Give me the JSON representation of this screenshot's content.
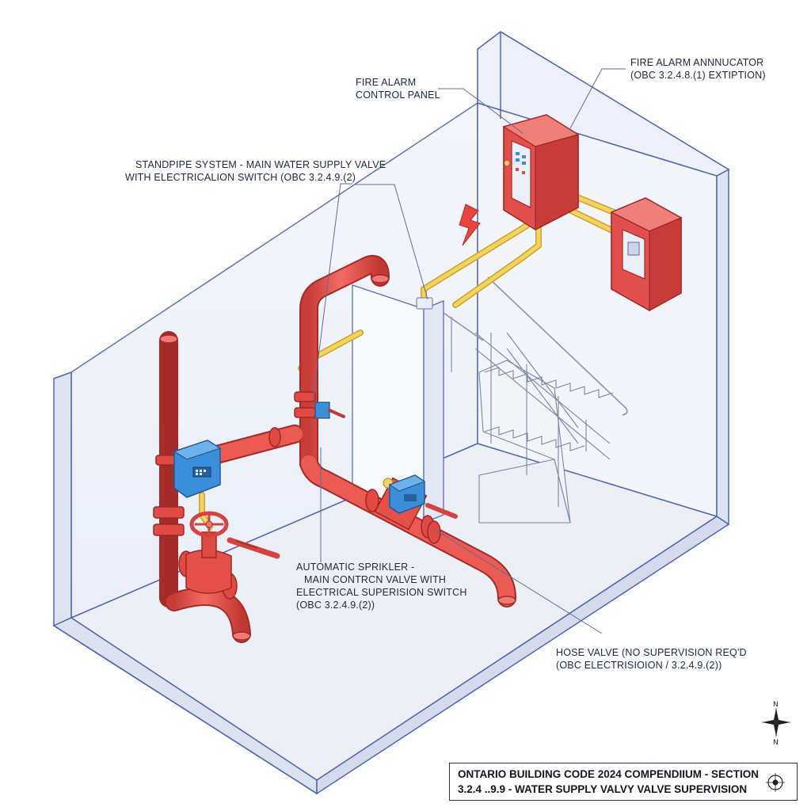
{
  "labels": {
    "fire_alarm_control_panel": [
      "FIRE ALARM",
      "CONTROL PANEL"
    ],
    "fire_alarm_annunciator": [
      "FIRE ALARM ANNNUCATOR",
      "(OBC 3.2.4.8.(1) EXTIPTION)"
    ],
    "standpipe_valve": [
      "STANDPIPE SYSTEM - MAIN WATER SUPPLY VALVE",
      "WITH ELECTRICALION SWITCH (OBC 3.2.4.9.(2)"
    ],
    "sprinkler_valve": [
      "AUTOMATIC SPRIKLER -",
      "MAIN CONTRCN VALVE WITH",
      "ELECTRICAL SUPERISION SWITCH",
      "(OBC 3.2.4.9.(2))"
    ],
    "hose_valve": [
      "HOSE VALVE (NO SUPERVISION REQ'D",
      "(OBC ELECTRISIOION / 3.2.4.9.(2))"
    ]
  },
  "title_block": {
    "line1": "ONTARIO BUILDING CODE 2024 COMPENDIIUM - SECTION",
    "line2": "3.2.4 ..9.9 - WATER SUPPLY VALVY VALVE SUPERVISION"
  },
  "compass": {
    "north_top": "N",
    "north_bottom": "N"
  },
  "colors": {
    "pipe": "#e8534e",
    "pipe_dark": "#b93530",
    "conduit": "#f2c94c",
    "switch_box": "#3b8fd8",
    "panel": "#e04a48",
    "wall_line": "#4e64b8",
    "floor": "#eef0f6"
  },
  "icons": [
    "lightning-icon",
    "compass-rose-icon",
    "title-emblem-icon"
  ]
}
